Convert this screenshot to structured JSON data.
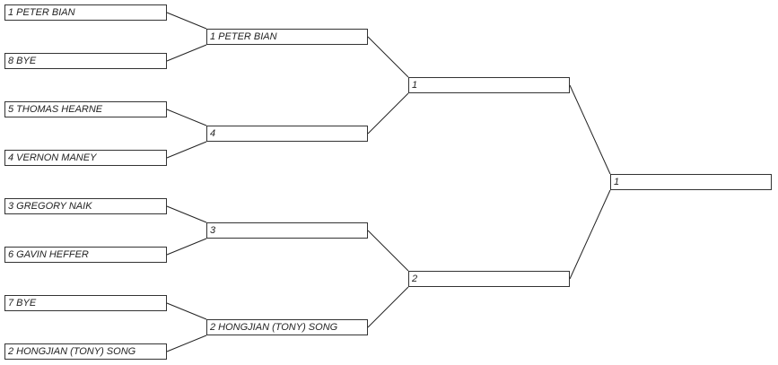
{
  "bracket": {
    "round1": [
      "1 PETER BIAN",
      "8 BYE",
      "5 THOMAS HEARNE",
      "4 VERNON MANEY",
      "3 GREGORY NAIK",
      "6 GAVIN HEFFER",
      "7 BYE",
      "2 HONGJIAN (TONY) SONG"
    ],
    "round2": [
      "1 PETER BIAN",
      "4",
      "3",
      "2 HONGJIAN (TONY) SONG"
    ],
    "round3": [
      "1",
      "2"
    ],
    "round4": [
      "1"
    ]
  }
}
